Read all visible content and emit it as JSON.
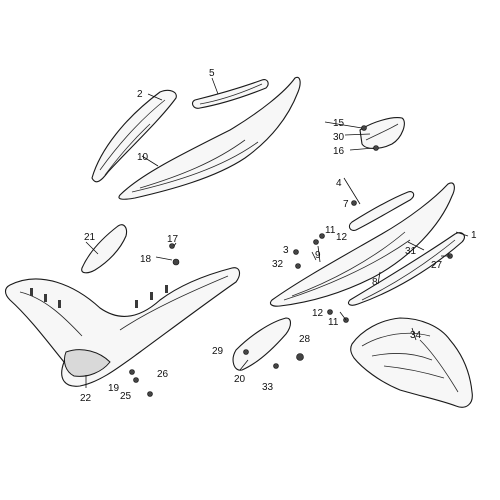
{
  "callouts": {
    "c1": "1",
    "c2": "2",
    "c3": "3",
    "c4": "4",
    "c5": "5",
    "c7": "7",
    "c8": "8",
    "c9": "9",
    "c10": "10",
    "c11a": "11",
    "c11b": "11",
    "c12a": "12",
    "c12b": "12",
    "c15": "15",
    "c16": "16",
    "c17": "17",
    "c18": "18",
    "c19": "19",
    "c20": "20",
    "c21": "21",
    "c22": "22",
    "c25": "25",
    "c26": "26",
    "c27": "27",
    "c28": "28",
    "c29": "29",
    "c30": "30",
    "c31": "31",
    "c32": "32",
    "c33": "33",
    "c34": "34"
  },
  "colors": {
    "line": "#1a1a1a",
    "fill": "#f7f7f7",
    "background": "#ffffff"
  }
}
